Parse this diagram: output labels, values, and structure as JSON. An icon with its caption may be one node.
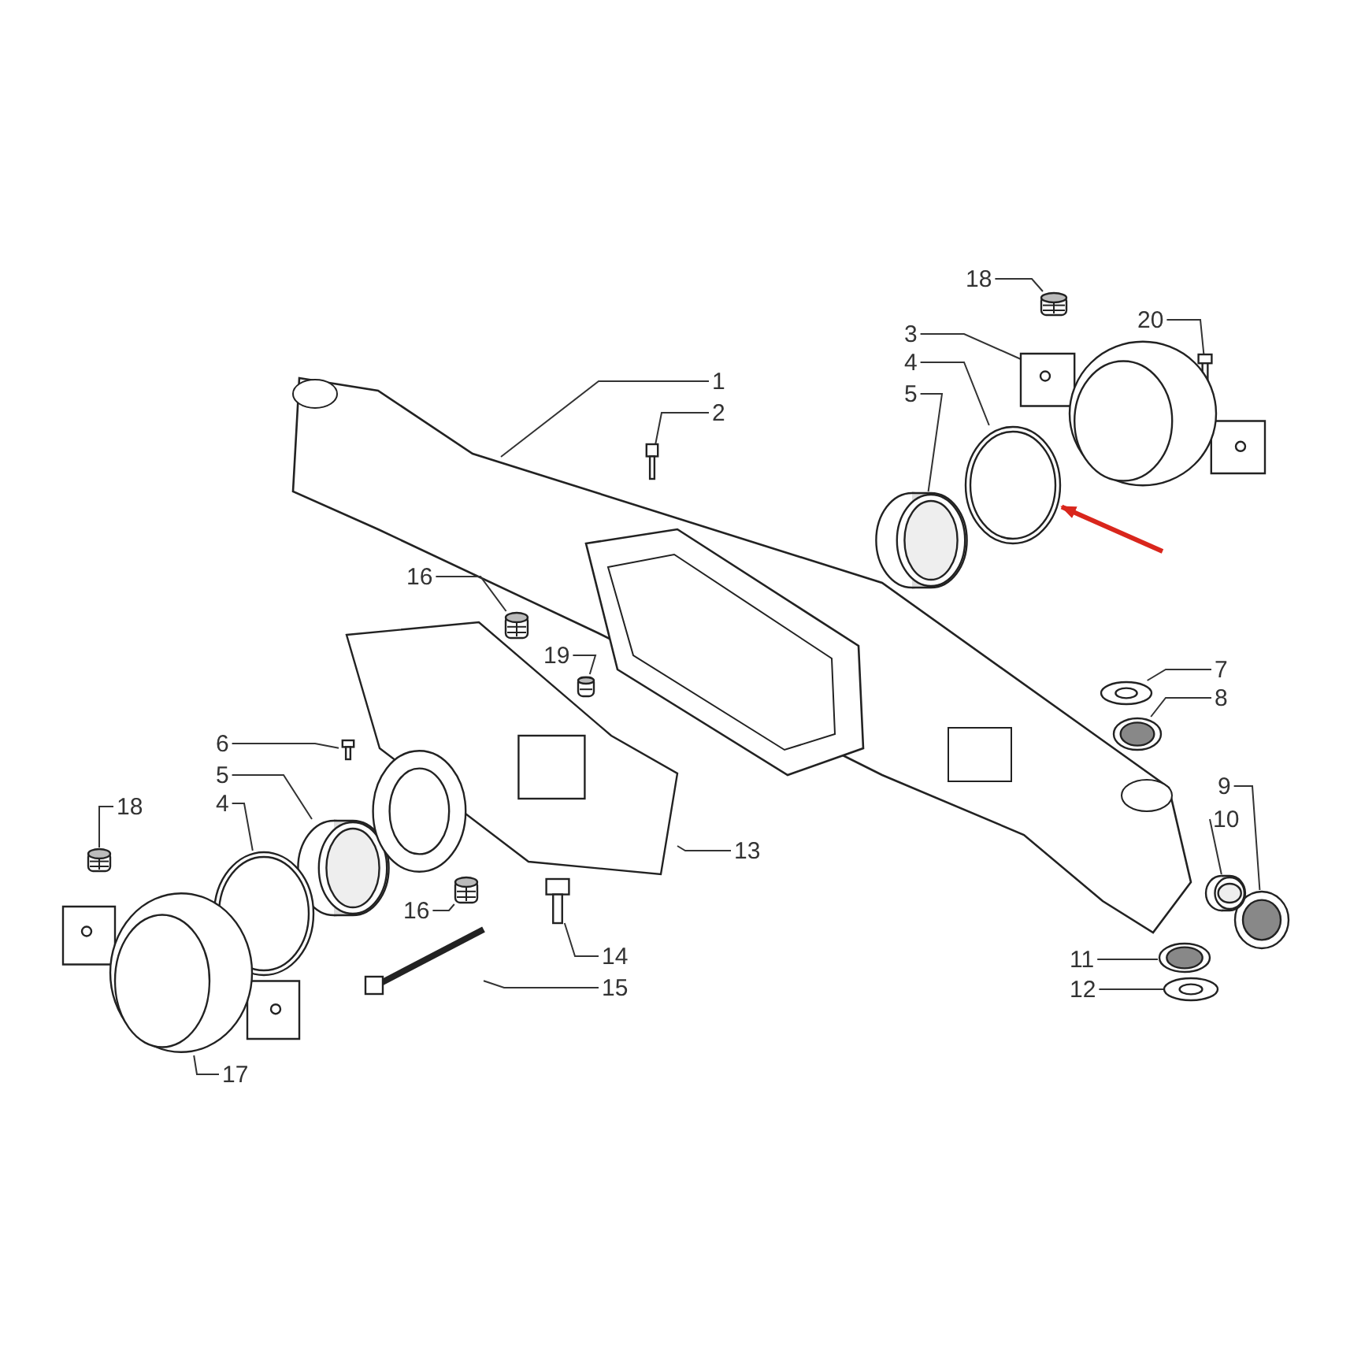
{
  "diagram": {
    "nodes": [
      {
        "text": [
          "18"
        ]
      },
      {
        "text": [
          "20"
        ]
      },
      {
        "text": [
          "3"
        ]
      },
      {
        "text": [
          "4"
        ]
      },
      {
        "text": [
          "1"
        ]
      },
      {
        "text": [
          "5"
        ]
      },
      {
        "text": [
          "2"
        ]
      },
      {
        "text": [
          "16"
        ]
      },
      {
        "text": [
          "19"
        ]
      },
      {
        "text": [
          "7"
        ]
      },
      {
        "text": [
          "8"
        ]
      },
      {
        "text": [
          "6"
        ]
      },
      {
        "text": [
          "5"
        ]
      },
      {
        "text": [
          "9"
        ]
      },
      {
        "text": [
          "18"
        ]
      },
      {
        "text": [
          "4"
        ]
      },
      {
        "text": [
          "10"
        ]
      },
      {
        "text": [
          "13"
        ]
      },
      {
        "text": [
          "16"
        ]
      },
      {
        "text": [
          "14"
        ]
      },
      {
        "text": [
          "11"
        ]
      },
      {
        "text": [
          "15"
        ]
      },
      {
        "text": [
          "12"
        ]
      },
      {
        "text": [
          "17"
        ]
      },
      {
        "text": [],
        "shape": "picture"
      },
      {
        "text": [],
        "shape": "picture"
      },
      {
        "text": [],
        "shape": "picture"
      },
      {
        "text": [],
        "shape": "picture"
      },
      {
        "text": [],
        "shape": "picture"
      },
      {
        "text": [],
        "shape": "picture"
      },
      {
        "text": [],
        "shape": "picture"
      },
      {
        "text": [],
        "shape": "picture"
      },
      {
        "text": [],
        "shape": "picture"
      },
      {
        "text": [],
        "shape": "picture"
      },
      {
        "text": [],
        "shape": "picture"
      },
      {
        "text": [],
        "shape": "picture"
      },
      {
        "text": [],
        "shape": "picture"
      },
      {
        "text": [],
        "shape": "picture"
      },
      {
        "text": [],
        "shape": "picture"
      },
      {
        "text": [],
        "shape": "picture"
      },
      {
        "text": [],
        "shape": "picture"
      },
      {
        "text": [],
        "shape": "picture"
      },
      {
        "text": [],
        "shape": "picture"
      },
      {
        "text": [],
        "shape": "picture"
      },
      {
        "text": [],
        "shape": "picture"
      },
      {
        "text": [],
        "shape": "picture"
      },
      {
        "text": [],
        "shape": "picture"
      }
    ],
    "edges": [
      {
        "from": 0,
        "to": 24,
        "arrow": "none"
      },
      {
        "from": 1,
        "to": 25,
        "arrow": "none"
      },
      {
        "from": 2,
        "to": 26,
        "arrow": "none"
      },
      {
        "from": 3,
        "to": 27,
        "arrow": "none"
      },
      {
        "from": 4,
        "to": null,
        "arrow": "none"
      },
      {
        "from": 5,
        "to": 28,
        "arrow": "none"
      },
      {
        "from": 6,
        "to": 29,
        "arrow": "none"
      },
      {
        "from": 7,
        "to": 30,
        "arrow": "none"
      },
      {
        "from": 8,
        "to": 31,
        "arrow": "none"
      },
      {
        "from": 9,
        "to": 32,
        "arrow": "none"
      },
      {
        "from": 10,
        "to": 33,
        "arrow": "none"
      },
      {
        "from": 11,
        "to": 34,
        "arrow": "none"
      },
      {
        "from": 12,
        "to": 35,
        "arrow": "none"
      },
      {
        "from": 13,
        "to": 36,
        "arrow": "none"
      },
      {
        "from": 14,
        "to": 37,
        "arrow": "none"
      },
      {
        "from": 15,
        "to": 38,
        "arrow": "none"
      },
      {
        "from": 16,
        "to": 39,
        "arrow": "none"
      },
      {
        "from": 17,
        "to": 40,
        "arrow": "none"
      },
      {
        "from": 18,
        "to": 41,
        "arrow": "none"
      },
      {
        "from": 19,
        "to": 42,
        "arrow": "none"
      },
      {
        "from": 20,
        "to": 43,
        "arrow": "none"
      },
      {
        "from": 21,
        "to": 44,
        "arrow": "none"
      },
      {
        "from": 22,
        "to": 45,
        "arrow": "none"
      },
      {
        "from": 23,
        "to": 46,
        "arrow": "none"
      },
      {
        "from": null,
        "to": 27,
        "arrow": "to",
        "style": "thick",
        "color": "#d9261c"
      }
    ]
  }
}
